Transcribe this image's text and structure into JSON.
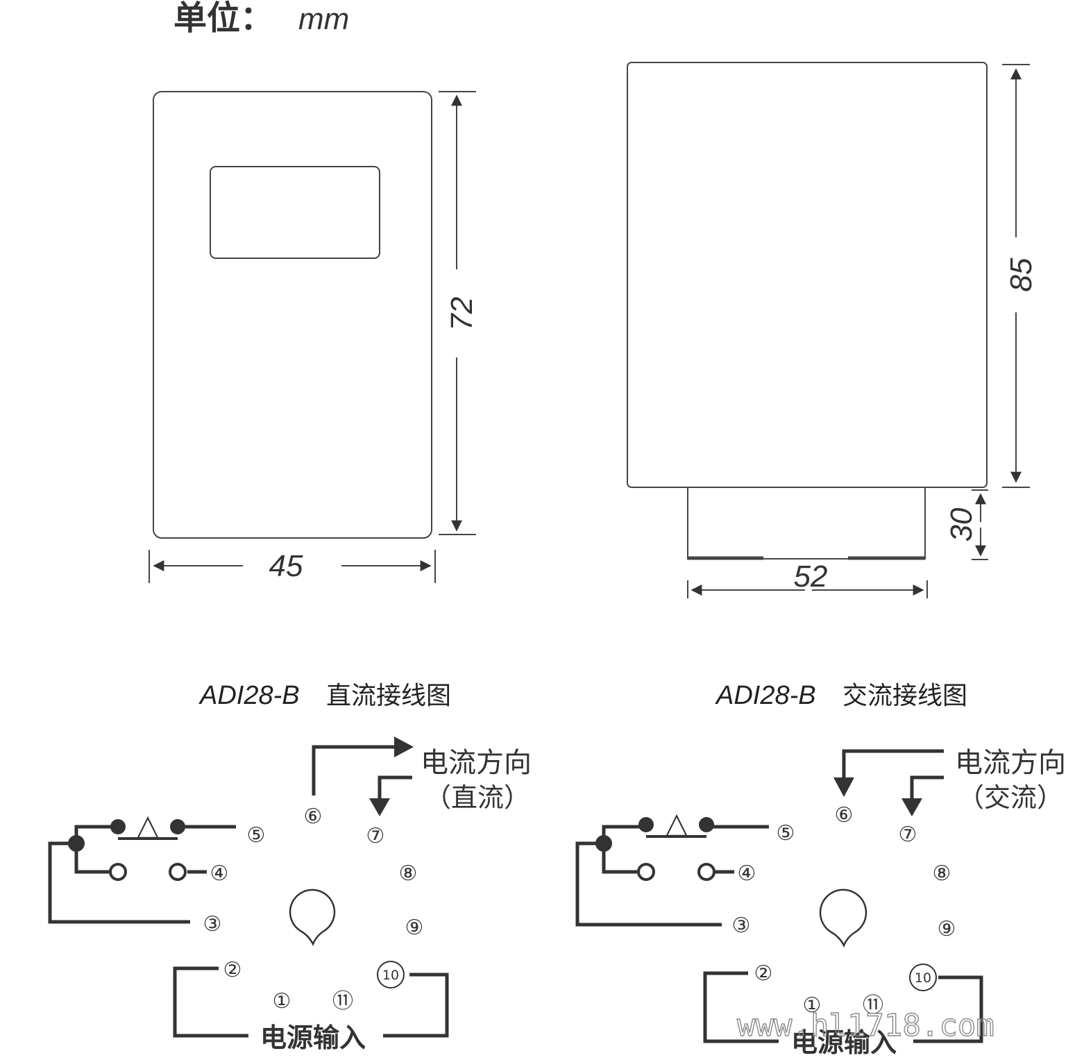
{
  "unit": {
    "label": "单位：",
    "value": "mm"
  },
  "front_view": {
    "width_label": "45",
    "height_label": "72"
  },
  "side_view": {
    "width_label": "52",
    "height_label": "85",
    "base_height_label": "30"
  },
  "dc_diagram": {
    "title_model": "ADI28-B",
    "title_text": "直流接线图",
    "direction_label": "电流方向",
    "direction_sub": "（直流）",
    "power_label": "电源输入",
    "pins": [
      "①",
      "②",
      "③",
      "④",
      "⑤",
      "⑥",
      "⑦",
      "⑧",
      "⑨",
      "10",
      "⑪"
    ],
    "relay_symbol": "△"
  },
  "ac_diagram": {
    "title_model": "ADI28-B",
    "title_text": "交流接线图",
    "direction_label": "电流方向",
    "direction_sub": "（交流）",
    "power_label": "电源输入",
    "pins": [
      "①",
      "②",
      "③",
      "④",
      "⑤",
      "⑥",
      "⑦",
      "⑧",
      "⑨",
      "10",
      "⑪"
    ],
    "relay_symbol": "△"
  },
  "watermark": "www.hl1718.com"
}
